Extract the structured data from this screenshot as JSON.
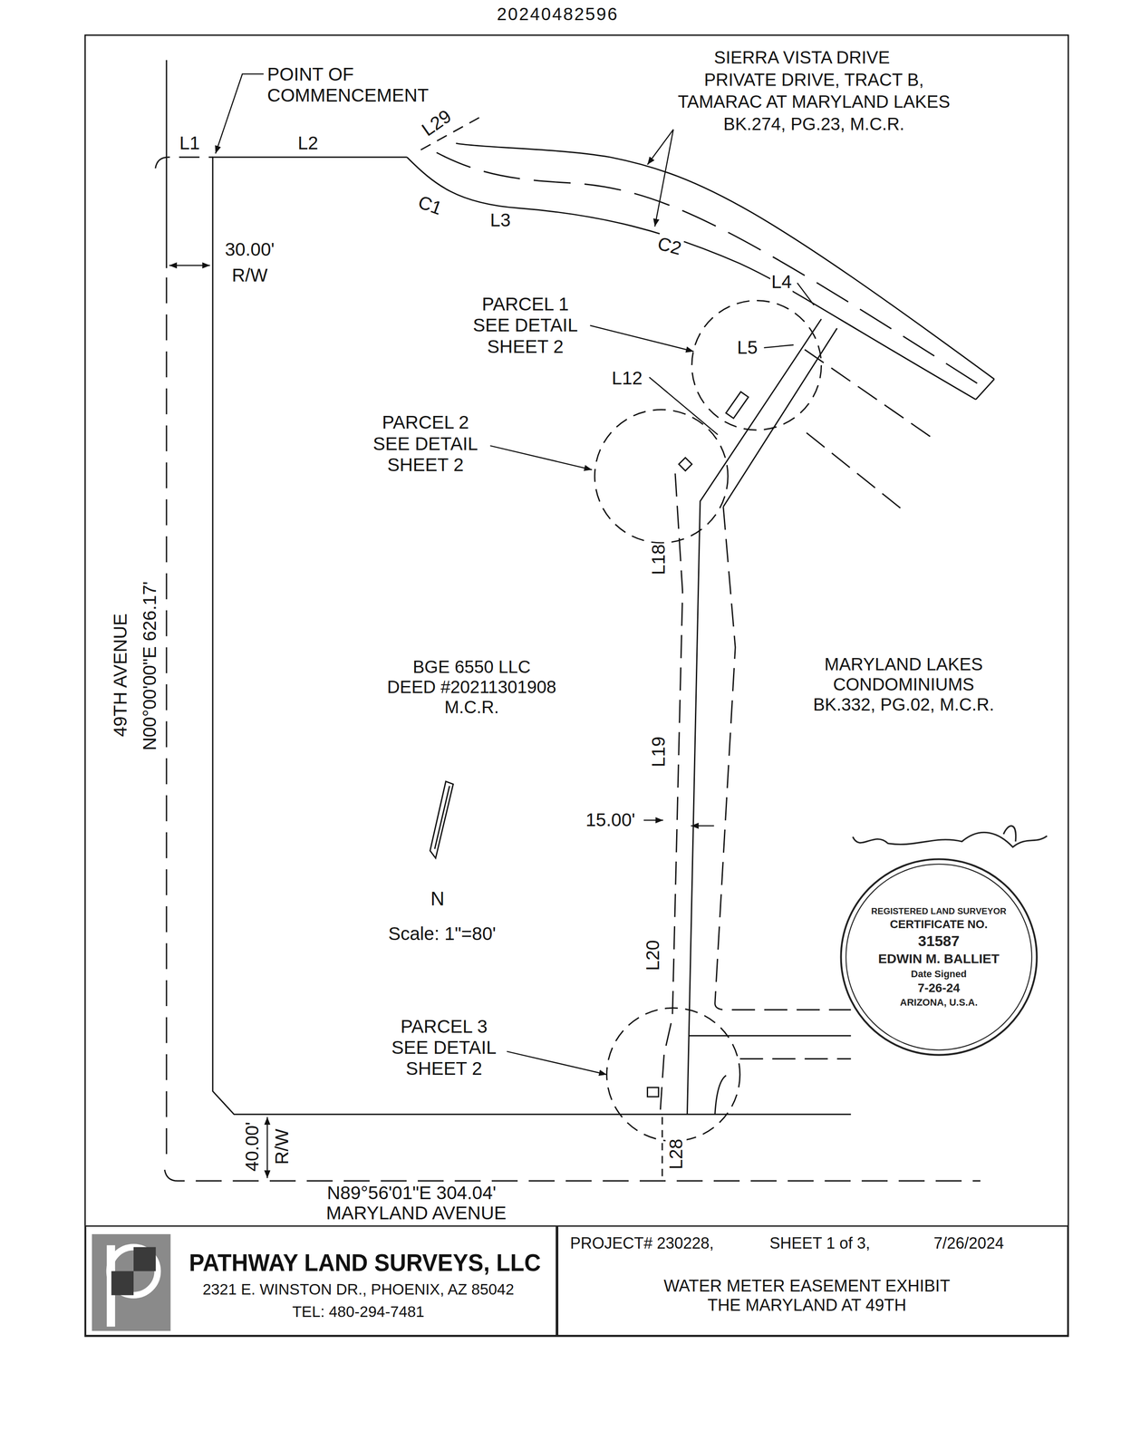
{
  "diagram": {
    "nodes": [
      {
        "text": [
          "REGISTERED LAND SURVEYOR",
          "CERTIFICATE NO.",
          "31587",
          "EDWIN M. BALLIET",
          "Date Signed",
          "7-26-24",
          "ARIZONA, U.S.A."
        ]
      },
      {
        "text": [
          "PATHWAY LAND SURVEYS, LLC",
          "2321 E. WINSTON DR., PHOENIX, AZ 85042",
          "TEL: 480-294-7481"
        ]
      },
      {
        "text": [
          "PROJECT# 230228,",
          "SHEET 1 of 3,",
          "7/26/2024",
          "WATER METER EASEMENT EXHIBIT THE MARYLAND AT 49TH"
        ]
      }
    ],
    "labels": [
      "20240482596",
      "POINT OF COMMENCEMENT",
      "SIERRA VISTA DRIVE",
      "PRIVATE DRIVE, TRACT B,",
      "TAMARAC AT MARYLAND LAKES",
      "BK.274, PG.23, M.C.R.",
      "L1",
      "L2",
      "L29",
      "C1",
      "L3",
      "C2",
      "30.00'",
      "R/W",
      "L4",
      "PARCEL 1 SEE DETAIL SHEET 2",
      "L5",
      "L12",
      "PARCEL 2 SEE DETAIL SHEET 2",
      "L18",
      "49TH AVENUE",
      "N00°00'00\"E 626.17'",
      "BGE 6550 LLC DEED #20211301908 M.C.R.",
      "MARYLAND LAKES CONDOMINIUMS BK.332, PG.02, M.C.R.",
      "L19",
      "15.00'",
      "N",
      "Scale: 1\"=80'",
      "L20",
      "PARCEL 3 SEE DETAIL SHEET 2",
      "40.00'",
      "R/W",
      "L28",
      "N89°56'01\"E 304.04'",
      "MARYLAND AVENUE"
    ]
  }
}
